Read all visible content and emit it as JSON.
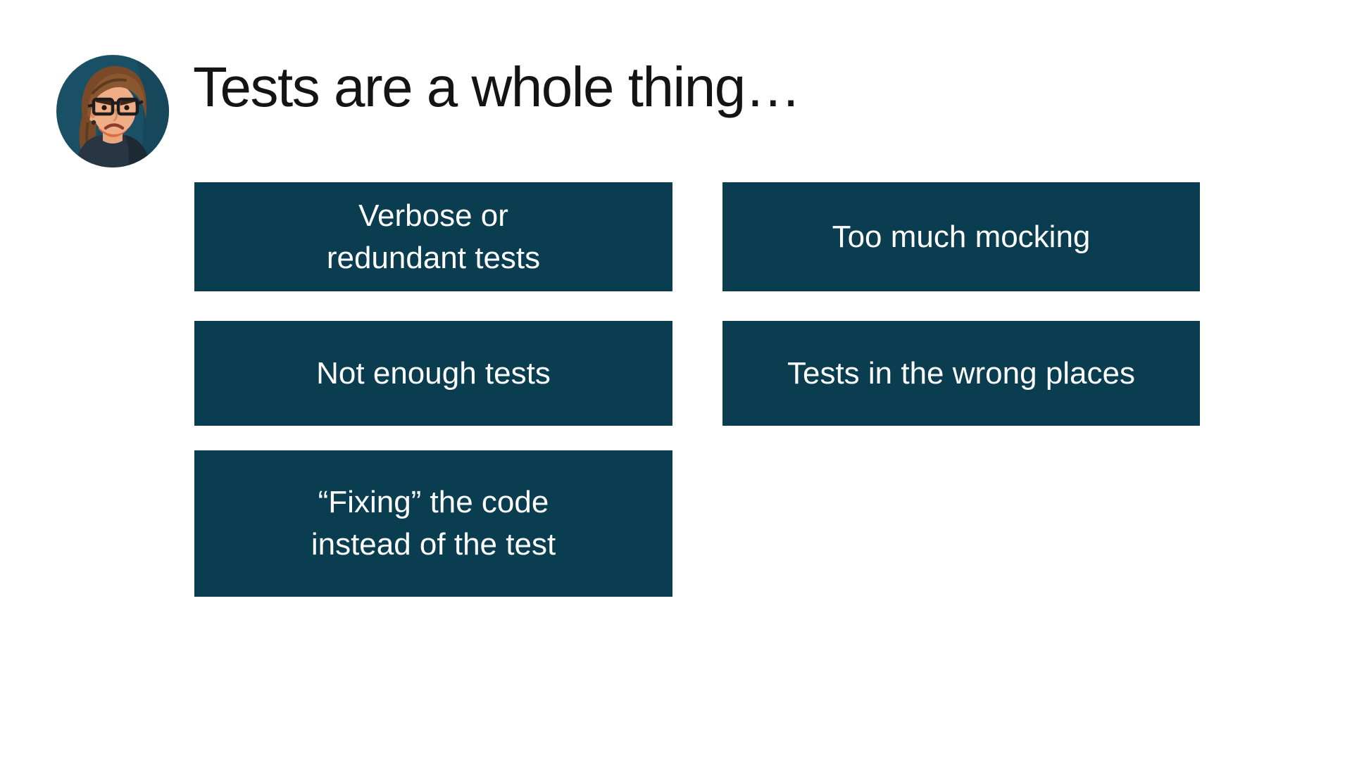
{
  "slide": {
    "title": "Tests are a whole thing…",
    "colors": {
      "background": "#FFFFFF",
      "box_fill": "#093D4F",
      "box_text": "#FFFFFF",
      "title_text": "#141414",
      "avatar_background": "#1A5065"
    }
  },
  "avatar": {
    "icon": "annoyed-woman-avatar-icon"
  },
  "boxes": [
    {
      "lines": [
        "Verbose or",
        "redundant tests"
      ]
    },
    {
      "lines": [
        "Too much mocking"
      ]
    },
    {
      "lines": [
        "Not enough tests"
      ]
    },
    {
      "lines": [
        "Tests in the wrong places"
      ]
    },
    {
      "lines": [
        "“Fixing” the code",
        "instead of the test"
      ]
    }
  ]
}
